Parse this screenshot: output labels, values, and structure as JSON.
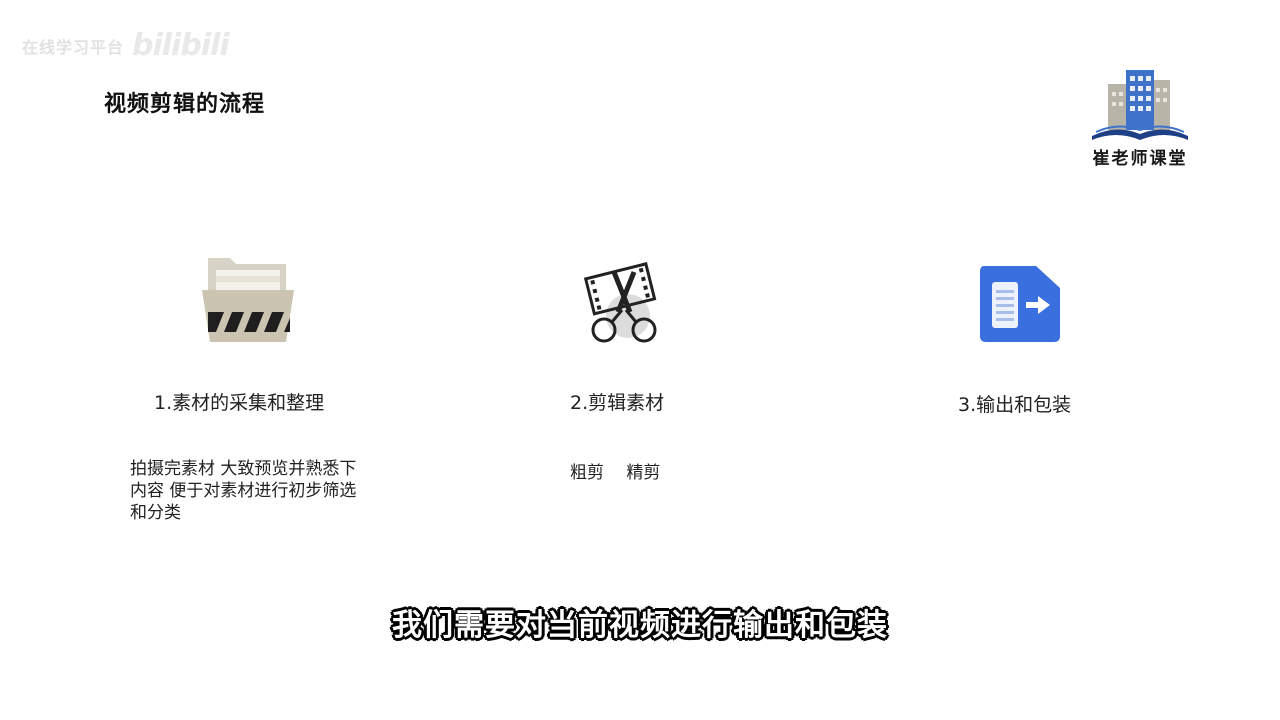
{
  "watermark": {
    "text": "在线学习平台",
    "brand": "bilibili"
  },
  "page": {
    "title": "视频剪辑的流程"
  },
  "logo": {
    "text": "崔老师课堂"
  },
  "steps": [
    {
      "label": "1.素材的采集和整理",
      "icon": "folder-icon",
      "desc_lines": [
        "拍摄完素材 大致预览并熟悉下",
        "内容 便于对素材进行初步筛选",
        "和分类"
      ]
    },
    {
      "label": "2.剪辑素材",
      "icon": "film-scissors-icon",
      "desc_lines": [
        "粗剪　 精剪"
      ]
    },
    {
      "label": "3.输出和包装",
      "icon": "export-file-icon",
      "desc_lines": []
    }
  ],
  "subtitle": "我们需要对当前视频进行输出和包装",
  "colors": {
    "export_blue": "#3a6fe0",
    "folder_beige": "#cfc7b3",
    "text": "#222222"
  }
}
